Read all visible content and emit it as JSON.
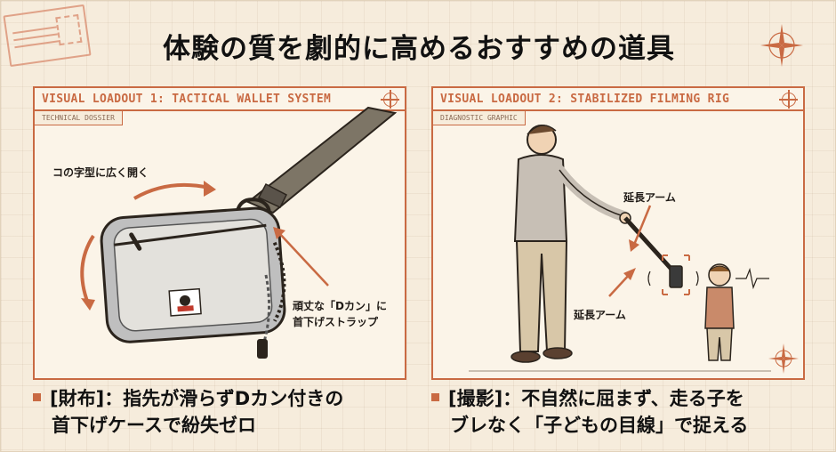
{
  "title": "体験の質を劇的に高めるおすすめの道具",
  "left_panel": {
    "header": "VISUAL LOADOUT 1: TACTICAL WALLET SYSTEM",
    "tag": "TECHNICAL DOSSIER",
    "label_open": "コの字型に広く開く",
    "label_strap_1": "頑丈な「Dカン」に",
    "label_strap_2": "首下げストラップ",
    "caption_line1": "[財布]：指先が滑らずDカン付きの",
    "caption_line2": "首下げケースで紛失ゼロ"
  },
  "right_panel": {
    "header": "VISUAL LOADOUT 2: STABILIZED FILMING RIG",
    "tag": "DIAGNOSTIC GRAPHIC",
    "label_arm_top": "延長アーム",
    "label_arm_bottom": "延長アーム",
    "caption_line1": "[撮影]：不自然に屈まず、走る子を",
    "caption_line2": "ブレなく「子どもの目線」で捉える"
  },
  "colors": {
    "accent": "#c96a43",
    "background": "#f6ecdc"
  }
}
